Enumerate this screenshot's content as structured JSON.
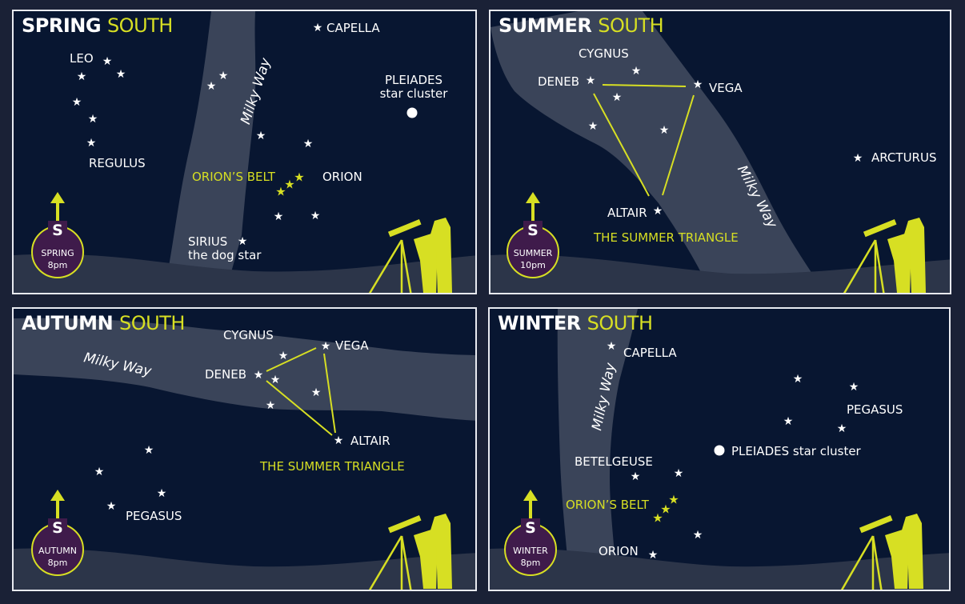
{
  "colors": {
    "background": "#1a2136",
    "sky": "#081631",
    "milky_way": "#3a4459",
    "horizon": "#2c3549",
    "accent_yellow": "#d7df23",
    "badge_purple": "#3f1b4b",
    "text_white": "#ffffff"
  },
  "panels": {
    "spring": {
      "title_season": "SPRING",
      "title_direction": "SOUTH",
      "milky_way_label": "Milky Way",
      "badge": {
        "letter": "S",
        "season": "SPRING",
        "time": "8pm"
      },
      "labels": {
        "capella": "CAPELLA",
        "leo": "LEO",
        "regulus": "REGULUS",
        "pleiades_1": "PLEIADES",
        "pleiades_2": "star cluster",
        "orions_belt": "ORION’S BELT",
        "orion": "ORION",
        "sirius_1": "SIRIUS",
        "sirius_2": "the dog star"
      }
    },
    "summer": {
      "title_season": "SUMMER",
      "title_direction": "SOUTH",
      "milky_way_label": "Milky Way",
      "badge": {
        "letter": "S",
        "season": "SUMMER",
        "time": "10pm"
      },
      "labels": {
        "cygnus": "CYGNUS",
        "deneb": "DENEB",
        "vega": "VEGA",
        "altair": "ALTAIR",
        "arcturus": "ARCTURUS",
        "triangle": "THE SUMMER TRIANGLE"
      }
    },
    "autumn": {
      "title_season": "AUTUMN",
      "title_direction": "SOUTH",
      "milky_way_label": "Milky Way",
      "badge": {
        "letter": "S",
        "season": "AUTUMN",
        "time": "8pm"
      },
      "labels": {
        "cygnus": "CYGNUS",
        "deneb": "DENEB",
        "vega": "VEGA",
        "altair": "ALTAIR",
        "triangle": "THE SUMMER TRIANGLE",
        "pegasus": "PEGASUS"
      }
    },
    "winter": {
      "title_season": "WINTER",
      "title_direction": "SOUTH",
      "milky_way_label": "Milky Way",
      "badge": {
        "letter": "S",
        "season": "WINTER",
        "time": "8pm"
      },
      "labels": {
        "capella": "CAPELLA",
        "pegasus": "PEGASUS",
        "pleiades": "PLEIADES star cluster",
        "betelgeuse": "BETELGEUSE",
        "orions_belt": "ORION’S BELT",
        "orion": "ORION"
      }
    }
  },
  "icons": {
    "star": "★",
    "star_cluster": "filled-circle",
    "direction_arrow": "arrow-up",
    "stargazers": "telescope-silhouette"
  }
}
